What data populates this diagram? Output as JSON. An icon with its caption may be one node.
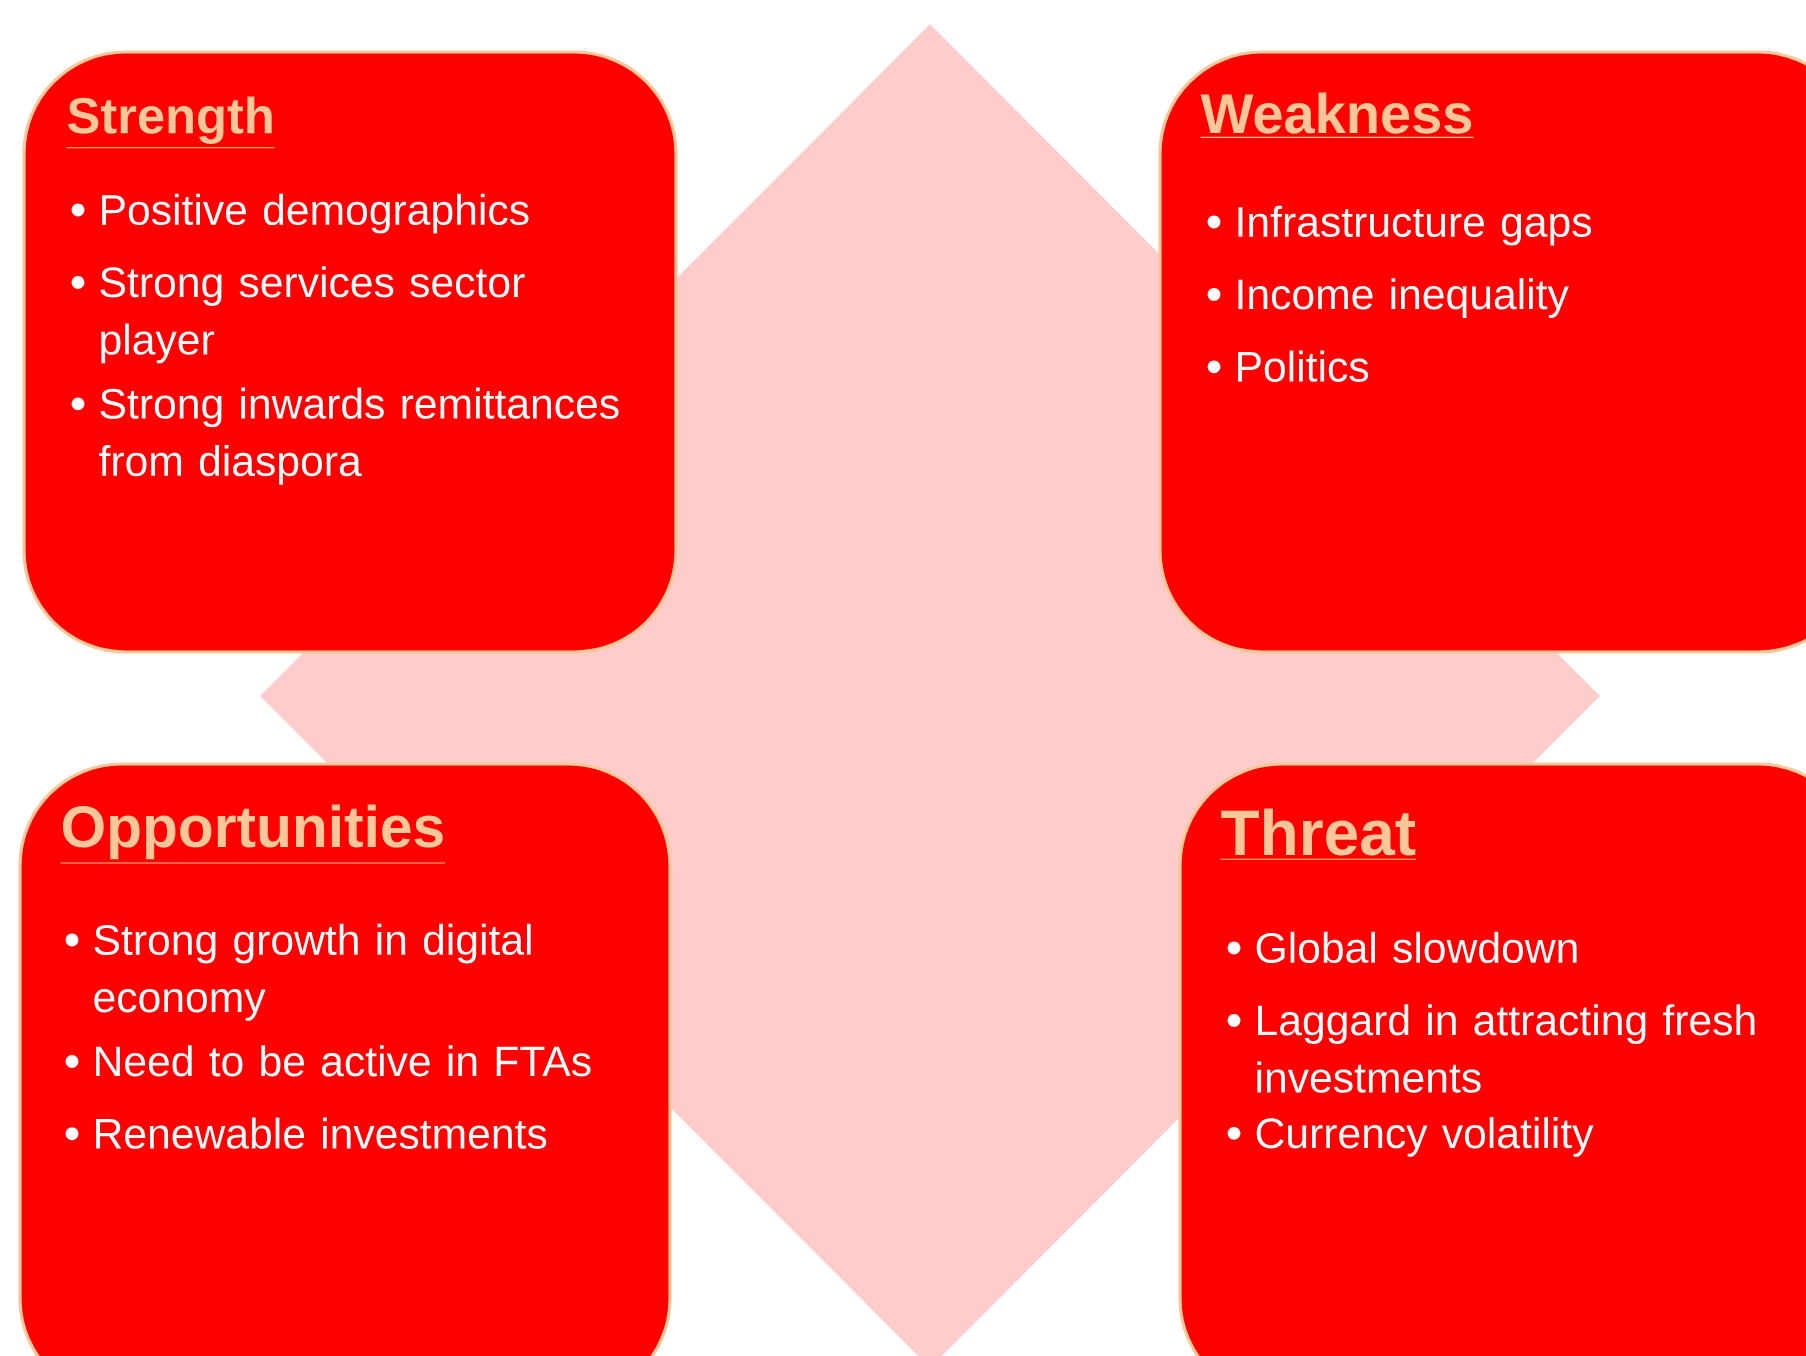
{
  "diagram": {
    "nodes": [
      {
        "text": [
          "Strength",
          "Positive demographics",
          "Strong services sector player",
          "Strong inwards remittances from diaspora"
        ]
      },
      {
        "text": [
          "Weakness",
          "Infrastructure gaps",
          "Income inequality",
          "Politics"
        ]
      },
      {
        "text": [
          "Opportunities",
          "Strong growth in digital economy",
          "Need to be active in FTAs",
          "Renewable investments"
        ]
      },
      {
        "text": [
          "Threat",
          "Global slowdown",
          "Laggard in attracting fresh investments",
          "Currency volatility"
        ]
      }
    ]
  }
}
